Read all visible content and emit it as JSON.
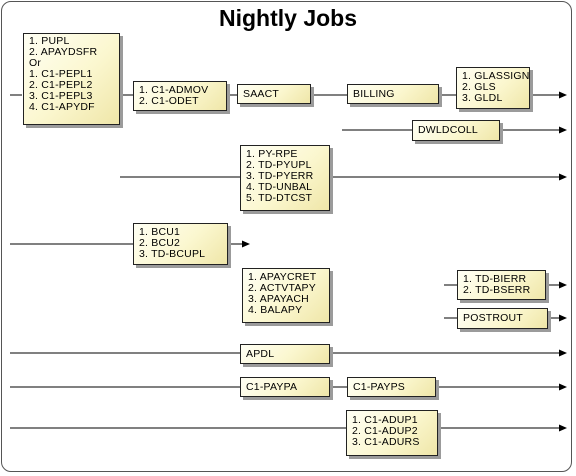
{
  "title": "Nightly Jobs",
  "colors": {
    "box_fill": "#fbf7cf",
    "box_border": "#222222",
    "shadow": "#9b9b9b",
    "line": "#000000"
  },
  "nodes": {
    "pupl_group": [
      "1. PUPL",
      "2. APAYDSFR",
      "Or",
      "1. C1-PEPL1",
      "2. C1-PEPL2",
      "3. C1-PEPL3",
      "4. C1-APYDF"
    ],
    "admov_group": [
      "1. C1-ADMOV",
      "2. C1-ODET"
    ],
    "saact": "SAACT",
    "billing": "BILLING",
    "glassign_group": [
      "1. GLASSIGN",
      "2. GLS",
      "3. GLDL"
    ],
    "dwldcoll": "DWLDCOLL",
    "pyrpe_group": [
      "1. PY-RPE",
      "2. TD-PYUPL",
      "3. TD-PYERR",
      "4. TD-UNBAL",
      "5. TD-DTCST"
    ],
    "bcu_group": [
      "1. BCU1",
      "2. BCU2",
      "3. TD-BCUPL"
    ],
    "apaycret_group": [
      "1. APAYCRET",
      "2. ACTVTAPY",
      "3. APAYACH",
      "4. BALAPY"
    ],
    "tdbierr_group": [
      "1. TD-BIERR",
      "2. TD-BSERR"
    ],
    "postrout": "POSTROUT",
    "apdl": "APDL",
    "c1paypa": "C1-PAYPA",
    "c1payps": "C1-PAYPS",
    "adup_group": [
      "1. C1-ADUP1",
      "2. C1-ADUP2",
      "3. C1-ADURS"
    ]
  }
}
